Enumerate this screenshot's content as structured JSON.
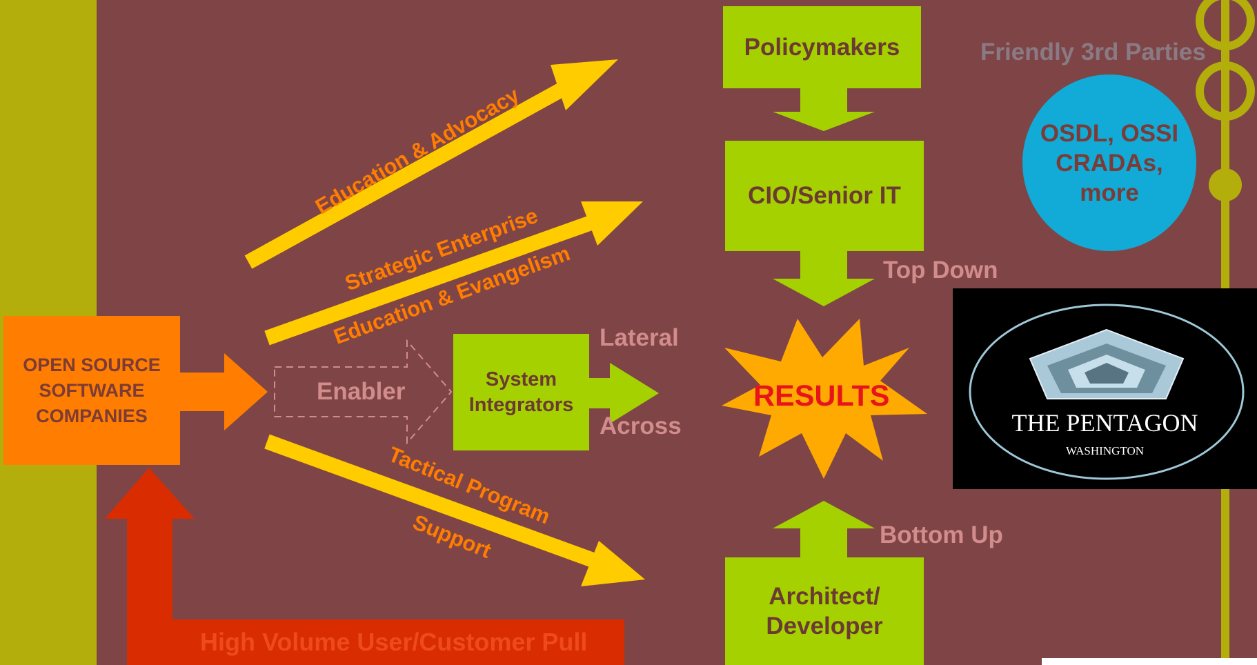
{
  "source": {
    "label": "OPEN SOURCE\nSOFTWARE\nCOMPANIES"
  },
  "flows": {
    "education_advocacy": "Education & Advocacy",
    "strategic_enterprise": "Strategic Enterprise",
    "education_evangelism": "Education & Evangelism",
    "enabler": "Enabler",
    "tactical_program": "Tactical Program",
    "support": "Support",
    "customer_pull": "High Volume User/Customer Pull"
  },
  "system_integrators": "System\nIntegrators",
  "lateral": "Lateral",
  "across": "Across",
  "policymakers": "Policymakers",
  "cio": "CIO/Senior IT",
  "top_down": "Top Down",
  "results": "RESULTS",
  "bottom_up": "Bottom Up",
  "architect": "Architect/\nDeveloper",
  "third_parties": {
    "title": "Friendly 3rd Parties",
    "circle_text": "OSDL, OSSI\nCRADAs,\nmore"
  },
  "seal": {
    "title": "THE PENTAGON",
    "subtitle": "WASHINGTON"
  },
  "colors": {
    "background": "#7f4546",
    "side_bar": "#b3ae0b",
    "green": "#a5d100",
    "yellow": "#ffcc00",
    "orange": "#ff7d00",
    "red": "#d92c00",
    "blue": "#12aad6",
    "pink": "#d28c8c"
  }
}
